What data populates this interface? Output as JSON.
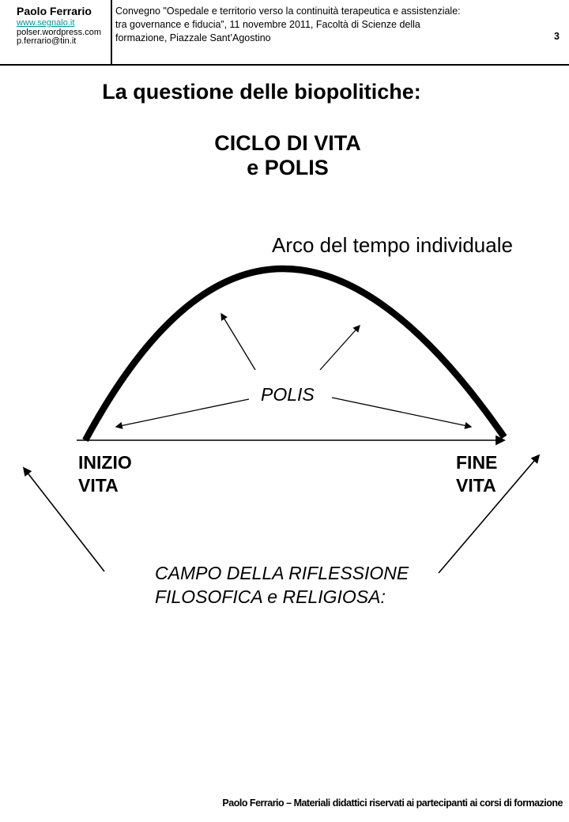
{
  "header": {
    "author": {
      "name": "Paolo Ferrario",
      "link": "www.segnalo.it",
      "blog": "polser.wordpress.com",
      "email": "p.ferrario@tin.it",
      "link_color": "#009696"
    },
    "conference": {
      "lines": [
        "Convegno \"Ospedale e territorio verso la continuità terapeutica e assistenziale:",
        "tra governance e fiducia”, 11 novembre 2011, Facoltà di Scienze della",
        "formazione, Piazzale Sant’Agostino"
      ]
    },
    "page_number": "3"
  },
  "slide": {
    "title": "La questione delle biopolitiche:",
    "subtitle_line1": "CICLO DI VITA",
    "subtitle_line2": "e POLIS",
    "arc_label": "Arco del tempo individuale",
    "polis_label": "POLIS",
    "inizio_line1": "INIZIO",
    "inizio_line2": "VITA",
    "fine_line1": "FINE",
    "fine_line2": "VITA",
    "campo_line1": "CAMPO DELLA RIFLESSIONE",
    "campo_line2": "FILOSOFICA e RELIGIOSA:"
  },
  "footer": {
    "text": "Paolo Ferrario – Materiali didattici riservati ai partecipanti ai corsi di formazione"
  }
}
